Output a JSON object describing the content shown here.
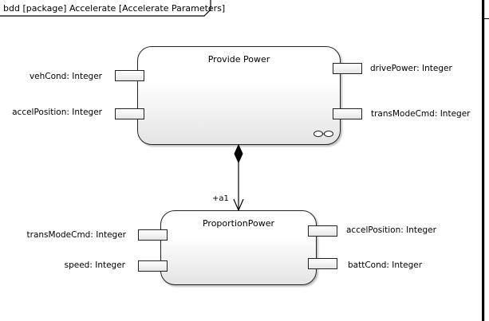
{
  "frame": {
    "label": "bdd [package] Accelerate [Accelerate Parameters]"
  },
  "blocks": {
    "provide_power": {
      "name": "Provide Power",
      "ports_left": [
        {
          "label": "vehCond: Integer"
        },
        {
          "label": "accelPosition: Integer"
        }
      ],
      "ports_right": [
        {
          "label": "drivePower: Integer"
        },
        {
          "label": "transModeCmd: Integer"
        }
      ],
      "icon": "decomposition-icon"
    },
    "proportion_power": {
      "name": "ProportionPower",
      "ports_left": [
        {
          "label": "transModeCmd: Integer"
        },
        {
          "label": "speed: Integer"
        }
      ],
      "ports_right": [
        {
          "label": "accelPosition: Integer"
        },
        {
          "label": "battCond: Integer"
        }
      ]
    }
  },
  "association": {
    "type": "composition",
    "role_label": "+a1"
  }
}
